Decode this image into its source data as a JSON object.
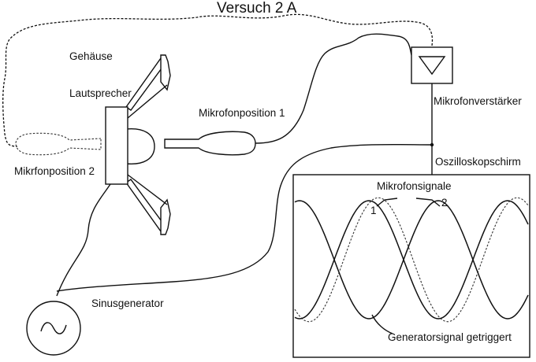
{
  "title": "Versuch 2 A",
  "labels": {
    "housing": "Gehäuse",
    "speaker": "Lautsprecher",
    "mic_pos_1": "Mikrofonposition 1",
    "mic_pos_2": "Mikrfonposition 2",
    "amplifier": "Mikrofonverstärker",
    "scope": "Oszilloskopschirm",
    "mic_signals": "Mikrofonsignale",
    "signal_1": "1",
    "signal_2": "2",
    "generator": "Sinusgenerator",
    "generator_signal": "Generatorsignal getriggert"
  },
  "colors": {
    "line": "#111111",
    "background": "#ffffff"
  },
  "icons": {
    "amplifier": "triangle-down-icon",
    "generator": "sine-wave-icon"
  }
}
